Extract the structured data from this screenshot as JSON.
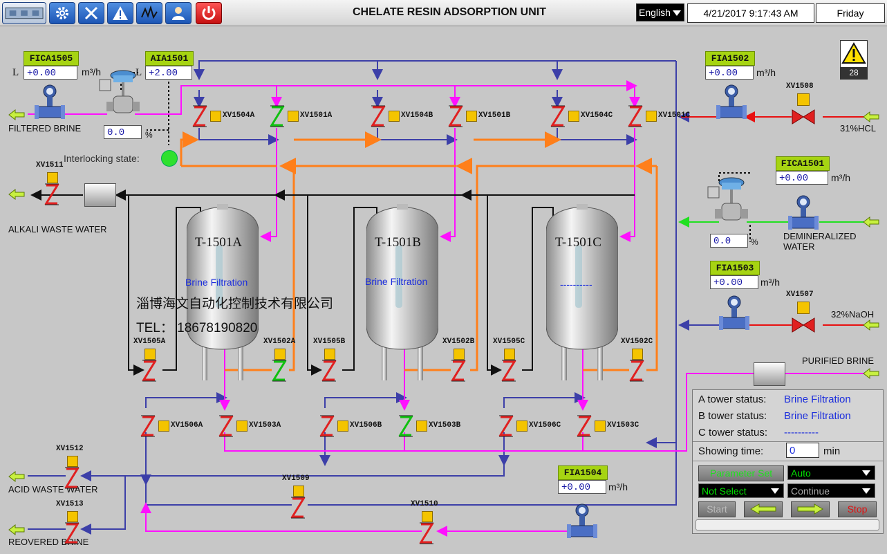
{
  "header": {
    "title": "CHELATE RESIN ADSORPTION UNIT",
    "language": "English",
    "datetime": "4/21/2017 9:17:43 AM",
    "weekday": "Friday"
  },
  "alarm_count": "28",
  "instruments": {
    "fica1505": {
      "tag": "FICA1505",
      "value": "+0.00",
      "unit": "m³/h",
      "mode": "L"
    },
    "aia1501": {
      "tag": "AIA1501",
      "value": "+2.00",
      "mode": "L"
    },
    "valve_left_output": {
      "value": "0.0",
      "unit": "%"
    },
    "fia1502": {
      "tag": "FIA1502",
      "value": "+0.00",
      "unit": "m³/h"
    },
    "fica1501": {
      "tag": "FICA1501",
      "value": "+0.00",
      "unit": "m³/h"
    },
    "valve_right_output": {
      "value": "0.0",
      "unit": "%"
    },
    "fia1503": {
      "tag": "FIA1503",
      "value": "+0.00",
      "unit": "m³/h"
    },
    "fia1504": {
      "tag": "FIA1504",
      "value": "+0.00",
      "unit": "m³/h"
    }
  },
  "labels": {
    "filtered_brine": "FILTERED BRINE",
    "interlocking": "Interlocking state:",
    "alkali_waste": "ALKALI WASTE WATER",
    "hcl": "31%HCL",
    "demin_water": "DEMINERALIZED WATER",
    "naoh": "32%NaOH",
    "purified_brine": "PURIFIED BRINE",
    "acid_waste": "ACID WASTE WATER",
    "recovered_brine": "REOVERED BRINE"
  },
  "watermark": {
    "company": "淄博海文自动化控制技术有限公司",
    "phone": "TEL： 18678190820"
  },
  "valves": {
    "xv1504a": "XV1504A",
    "xv1501a": "XV1501A",
    "xv1504b": "XV1504B",
    "xv1501b": "XV1501B",
    "xv1504c": "XV1504C",
    "xv1501c": "XV1501C",
    "xv1508": "XV1508",
    "xv1511": "XV1511",
    "xv1507": "XV1507",
    "xv1505a": "XV1505A",
    "xv1502a": "XV1502A",
    "xv1505b": "XV1505B",
    "xv1502b": "XV1502B",
    "xv1505c": "XV1505C",
    "xv1502c": "XV1502C",
    "xv1506a": "XV1506A",
    "xv1503a": "XV1503A",
    "xv1506b": "XV1506B",
    "xv1503b": "XV1503B",
    "xv1506c": "XV1506C",
    "xv1503c": "XV1503C",
    "xv1512": "XV1512",
    "xv1509": "XV1509",
    "xv1510": "XV1510",
    "xv1513": "XV1513"
  },
  "tanks": [
    {
      "name": "T-1501A",
      "status": "Brine Filtration"
    },
    {
      "name": "T-1501B",
      "status": "Brine Filtration"
    },
    {
      "name": "T-1501C",
      "status": "----------"
    }
  ],
  "status_panel": {
    "a_label": "A tower status:",
    "a_value": "Brine Filtration",
    "b_label": "B tower status:",
    "b_value": "Brine Filtration",
    "c_label": "C tower status:",
    "c_value": "----------",
    "showing_label": "Showing time:",
    "showing_value": "0",
    "showing_unit": "min",
    "parameter_set": "Parameter Set",
    "mode_select": "Auto",
    "select_select": "Not Select",
    "continue_select": "Continue",
    "start": "Start",
    "stop": "Stop"
  },
  "colors": {
    "pink": "#ff10ff",
    "orange": "#ff7f1a",
    "blue": "#3c3fa8",
    "red": "#e81010",
    "green": "#20e020",
    "black": "#111111",
    "valve_red": "#e02020",
    "valve_green": "#10c010"
  }
}
